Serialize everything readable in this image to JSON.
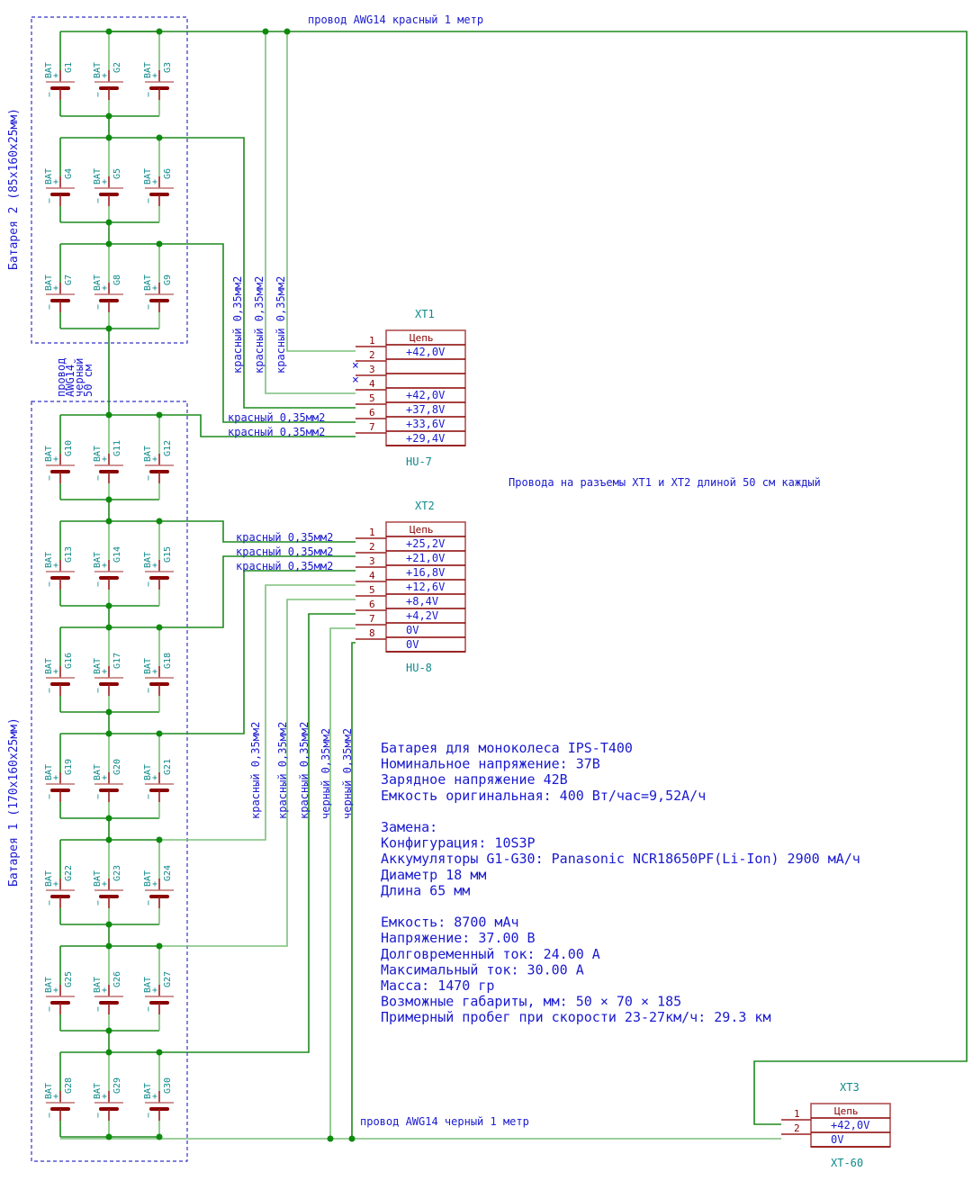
{
  "battery2": {
    "label": "Батарея 2 (85x160x25мм)",
    "cells": [
      "G1",
      "G2",
      "G3",
      "G4",
      "G5",
      "G6",
      "G7",
      "G8",
      "G9"
    ]
  },
  "battery1": {
    "label": "Батарея 1 (170x160x25мм)",
    "cells": [
      "G10",
      "G11",
      "G12",
      "G13",
      "G14",
      "G15",
      "G16",
      "G17",
      "G18",
      "G19",
      "G20",
      "G21",
      "G22",
      "G23",
      "G24",
      "G25",
      "G26",
      "G27",
      "G28",
      "G29",
      "G30"
    ]
  },
  "cell_type": "BAT",
  "cell_plus": "+",
  "cell_minus": "−",
  "wires": {
    "top_red": "провод AWG14 красный 1 метр",
    "bottom_black": "провод AWG14 черный 1 метр",
    "link": [
      "провод",
      "AWG14",
      "черный",
      "50 см"
    ],
    "red_035": "красный 0,35мм2",
    "black_035": "черный 0,35мм2"
  },
  "note_wires": "Провода на разъемы XT1 и XT2 длиной 50 см каждый",
  "xt1": {
    "ref": "XT1",
    "type": "HU-7",
    "header": "Цепь",
    "pins": [
      {
        "n": "1",
        "v": "+42,0V"
      },
      {
        "n": "2",
        "v": ""
      },
      {
        "n": "3",
        "v": ""
      },
      {
        "n": "4",
        "v": "+42,0V"
      },
      {
        "n": "5",
        "v": "+37,8V"
      },
      {
        "n": "6",
        "v": "+33,6V"
      },
      {
        "n": "7",
        "v": "+29,4V"
      }
    ]
  },
  "xt2": {
    "ref": "XT2",
    "type": "HU-8",
    "header": "Цепь",
    "pins": [
      {
        "n": "1",
        "v": "+25,2V"
      },
      {
        "n": "2",
        "v": "+21,0V"
      },
      {
        "n": "3",
        "v": "+16,8V"
      },
      {
        "n": "4",
        "v": "+12,6V"
      },
      {
        "n": "5",
        "v": "+8,4V"
      },
      {
        "n": "6",
        "v": "+4,2V"
      },
      {
        "n": "7",
        "v": "0V"
      },
      {
        "n": "8",
        "v": "0V"
      }
    ]
  },
  "xt3": {
    "ref": "XT3",
    "type": "XT-60",
    "header": "Цепь",
    "pins": [
      {
        "n": "1",
        "v": "+42,0V"
      },
      {
        "n": "2",
        "v": "0V"
      }
    ]
  },
  "notes": [
    "Батарея для моноколеса IPS-T400",
    "Номинальное напряжение: 37В",
    "Зарядное напряжение 42В",
    "Емкость оригинальная: 400 Вт/час=9,52А/ч",
    "",
    "Замена:",
    "Конфигурация: 10S3P",
    "Аккумуляторы G1-G30: Panasonic NCR18650PF(Li-Ion) 2900 мА/ч",
    "Диаметр 18 мм",
    "Длина 65 мм",
    "",
    "Емкость: 8700 мАч",
    "Напряжение: 37.00 В",
    "Долговременный ток: 24.00 А",
    "Максимальный ток: 30.00 А",
    "Масса: 1470 гр",
    "Возможные габариты, мм: 50 × 70 × 185",
    "Примерный пробег при скорости 23-27км/ч: 29.3 км"
  ]
}
